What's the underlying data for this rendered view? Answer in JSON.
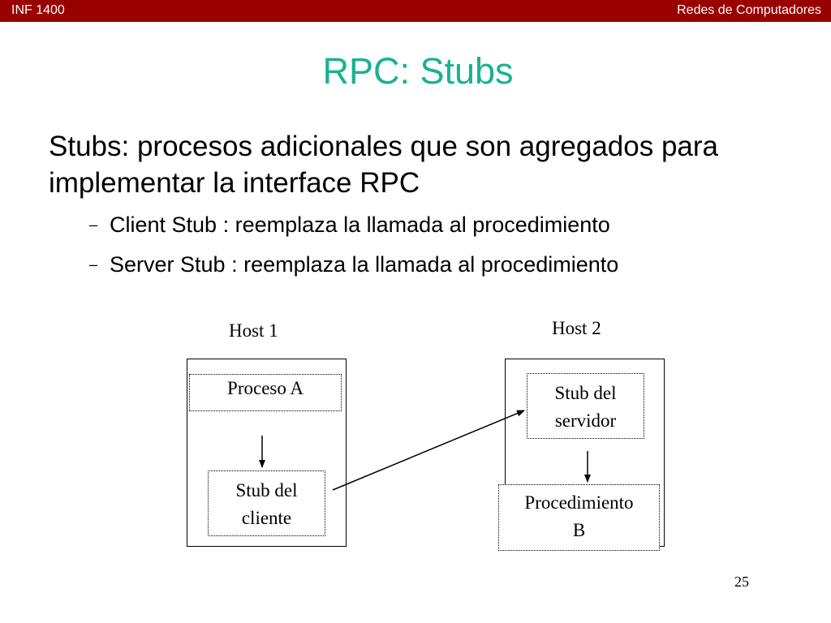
{
  "header": {
    "course": "INF 1400",
    "subject": "Redes de Computadores"
  },
  "title": "RPC: Stubs",
  "main_bullet": "Stubs: procesos adicionales que son agregados para implementar la interface RPC",
  "sub_bullets": [
    {
      "dash": "–",
      "text": "Client Stub : reemplaza la llamada al procedimiento"
    },
    {
      "dash": "–",
      "text": "Server Stub : reemplaza la llamada al procedimiento"
    }
  ],
  "diagram": {
    "host1": {
      "label": "Host 1",
      "process": "Proceso A",
      "stub_line1": "Stub del",
      "stub_line2": "cliente"
    },
    "host2": {
      "label": "Host 2",
      "stub_line1": "Stub del",
      "stub_line2": "servidor",
      "proc_line1": "Procedimiento",
      "proc_line2": "B"
    }
  },
  "page_number": "25",
  "colors": {
    "header_bar": "#990000",
    "title": "#1ab291"
  }
}
